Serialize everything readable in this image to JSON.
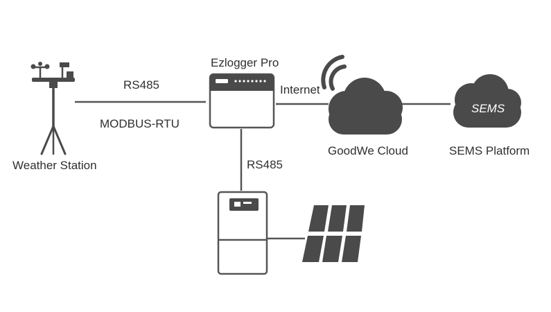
{
  "diagram": {
    "nodes": {
      "weather_station": {
        "label": "Weather Station"
      },
      "ezlogger": {
        "label": "Ezlogger Pro"
      },
      "cloud": {
        "label": "GoodWe Cloud"
      },
      "sems": {
        "label": "SEMS Platform",
        "badge": "SEMS"
      }
    },
    "links": {
      "weather_to_logger_top": "RS485",
      "weather_to_logger_bottom": "MODBUS-RTU",
      "logger_to_cloud": "Internet",
      "logger_to_inverter": "RS485"
    },
    "colors": {
      "line": "#555555",
      "fill": "#4a4a4a",
      "text": "#2f2f2f"
    }
  }
}
